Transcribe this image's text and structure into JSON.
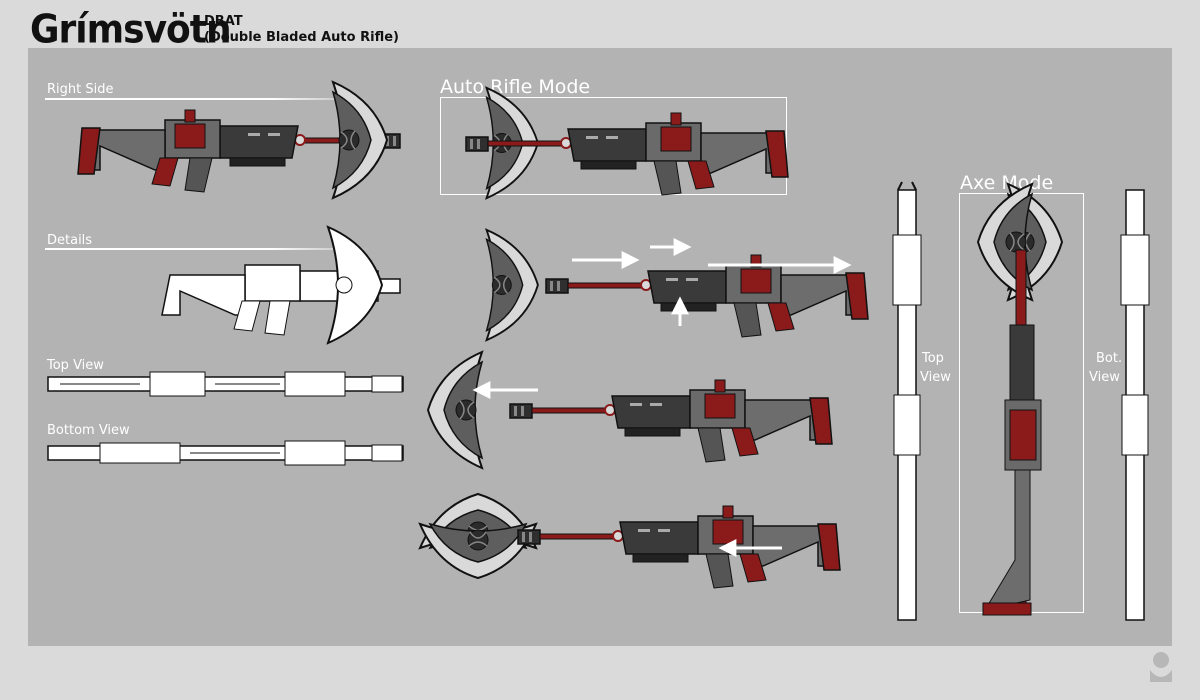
{
  "header": {
    "title": "Grímsvötn",
    "code": "DBAT",
    "full_name": "(Double Bladed Auto Rifle)"
  },
  "labels": {
    "right_side": "Right Side",
    "details": "Details",
    "top_view": "Top View",
    "bottom_view": "Bottom View",
    "auto_rifle_mode": "Auto Rifle Mode",
    "axe_mode": "Axe Mode",
    "vert_top_1": "Top",
    "vert_top_2": "View",
    "vert_bot_1": "Bot.",
    "vert_bot_2": "View"
  },
  "colors": {
    "background": "#dadada",
    "panel": "#b3b3b3",
    "dark_metal": "#3a3a3a",
    "grey_metal": "#6d6d6d",
    "blood_red": "#8b1a1a",
    "blade_light": "#d9d9d9",
    "outline": "#111111",
    "label_white": "#ffffff"
  }
}
